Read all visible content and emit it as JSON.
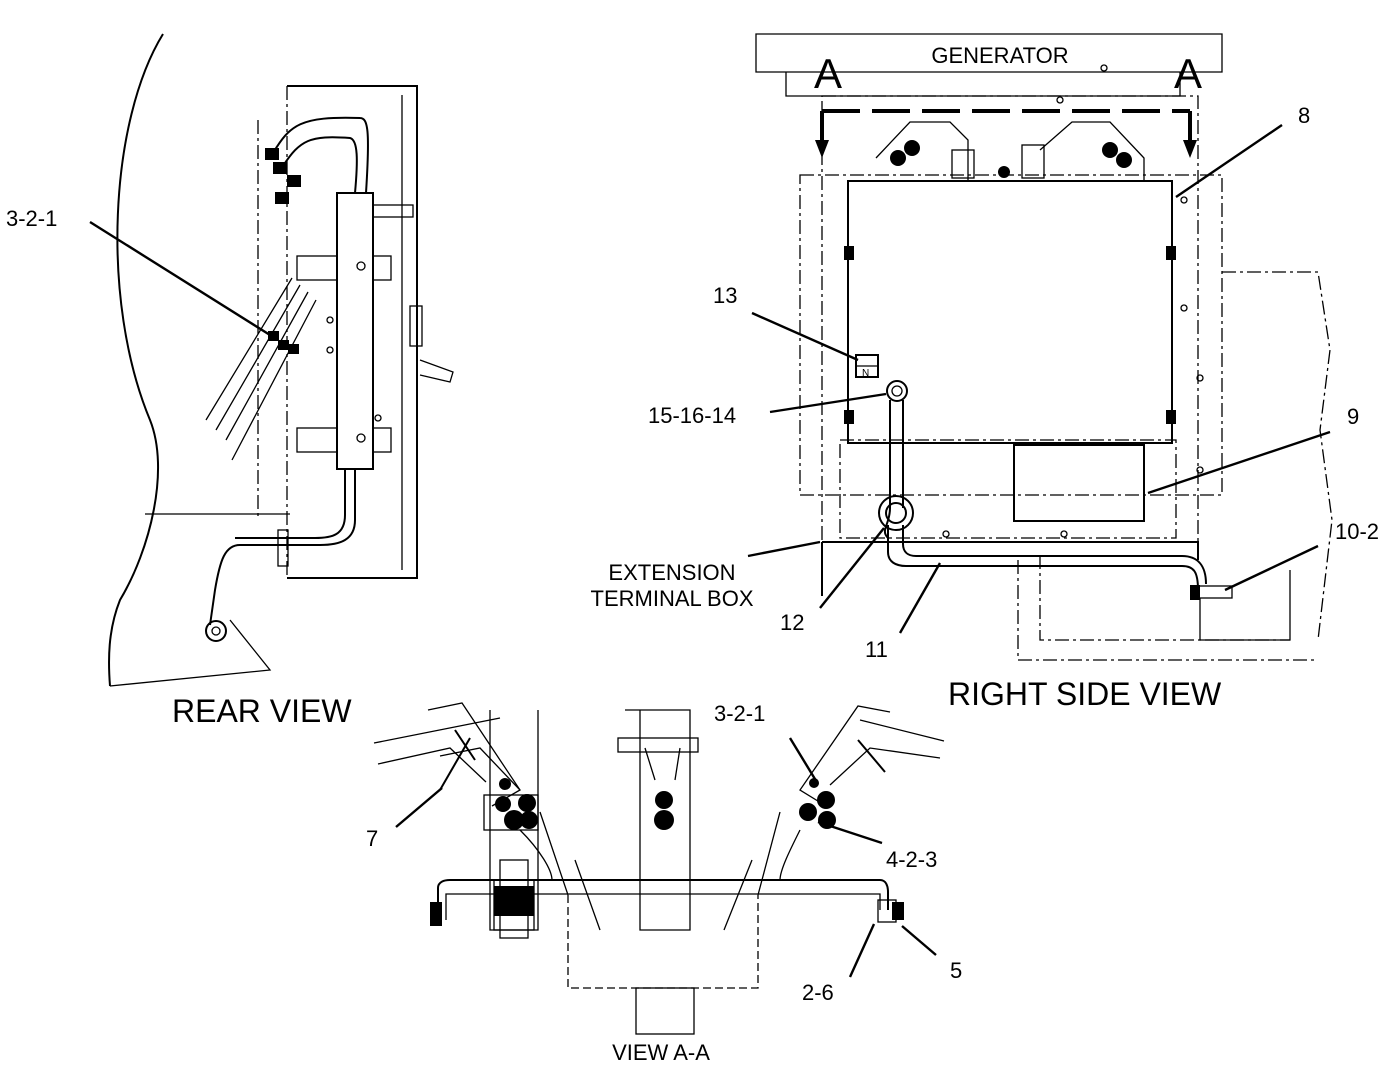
{
  "views": {
    "rear": "REAR VIEW",
    "right_side": "RIGHT SIDE VIEW",
    "section": "VIEW A-A"
  },
  "labels": {
    "generator": "GENERATOR",
    "section_marker": "A",
    "extension_terminal_box_line1": "EXTENSION",
    "extension_terminal_box_line2": "TERMINAL BOX"
  },
  "callouts": {
    "rear_3_2_1": "3-2-1",
    "right_8": "8",
    "right_13": "13",
    "right_15_16_14": "15-16-14",
    "right_9": "9",
    "right_10_2": "10-2",
    "right_12": "12",
    "right_11": "11",
    "aa_3_2_1": "3-2-1",
    "aa_7": "7",
    "aa_4_2_3": "4-2-3",
    "aa_2_6": "2-6",
    "aa_5": "5"
  },
  "small_marks": {
    "breaker_letter": "N"
  }
}
